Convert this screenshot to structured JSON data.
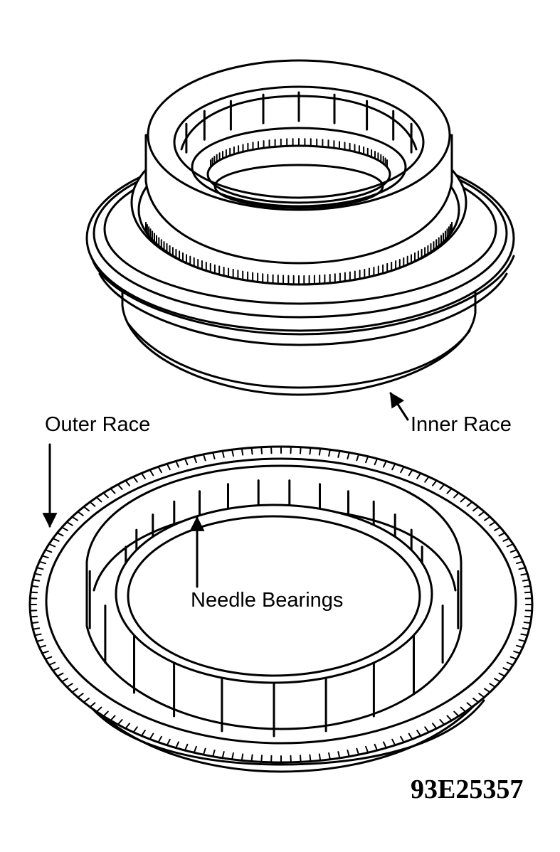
{
  "labels": {
    "outer_race": "Outer Race",
    "inner_race": "Inner Race",
    "needle_bearings": "Needle Bearings"
  },
  "figure_id": "93E25357",
  "colors": {
    "ink": "#000000",
    "paper": "#ffffff"
  }
}
